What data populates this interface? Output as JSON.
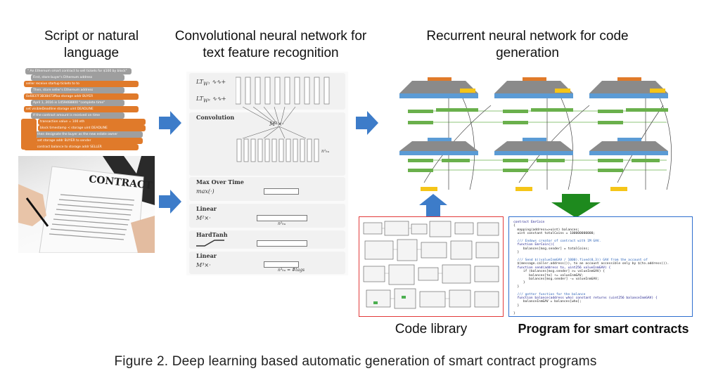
{
  "titles": {
    "script": "Script or natural\nlanguage",
    "cnn": "Convolutional neural network for\ntext feature recognition",
    "rnn": "Recurrent neural network for code\ngeneration"
  },
  "labels": {
    "code_library": "Code library",
    "program": "Program for smart contracts",
    "contract_doc": "CONTRACT"
  },
  "caption": "Figure 2. Deep learning based automatic generation of smart contract programs",
  "cnn_layers": {
    "lookup_a": "LT",
    "lookup_sub_a": "W¹",
    "lookup_b": "LT",
    "lookup_sub_b": "Wᴷ",
    "convolution": "Convolution",
    "m1": "M¹×·",
    "max_over_time": "Max Over Time",
    "max": "max(·)",
    "linear_1": "Linear",
    "m2": "M²×·",
    "hardtanh": "HardTanh",
    "linear_2": "Linear",
    "m3": "M³×·",
    "nhu": "n¹ₕᵤ",
    "nhu2": "n²ₕᵤ",
    "ntags": "n³ₕᵤ = #tags"
  },
  "blockly": [
    {
      "text": "\" An Ethereum smart contract to sell tickets for $100 by block\"",
      "color": "#9e9e9e",
      "indent": 6,
      "width": 148
    },
    {
      "text": "First, store buyer's Ethereum address",
      "color": "#9e9e9e",
      "indent": 14,
      "width": 130
    },
    {
      "text": "seller  receive  startup  tickets   to   to",
      "color": "#e07a2a",
      "indent": 4,
      "width": 160
    },
    {
      "text": "Then, store seller's Ethereum address",
      "color": "#9e9e9e",
      "indent": 14,
      "width": 130
    },
    {
      "text": "0x6837F3B38473ffaa   storage  addr  BUYER",
      "color": "#e07a2a",
      "indent": 4,
      "width": 160
    },
    {
      "text": "April 1, 2016 is 1459468800   \"complete time\"",
      "color": "#9e9e9e",
      "indent": 14,
      "width": 130
    },
    {
      "text": "set  visibleDeadline  storage  uint  DEADLINE",
      "color": "#e07a2a",
      "indent": 4,
      "width": 160
    },
    {
      "text": "If the contract amount is received on time",
      "color": "#9e9e9e",
      "indent": 14,
      "width": 130
    },
    {
      "text": "transaction  value  =  100  eth",
      "color": "#e07a2a",
      "indent": 24,
      "width": 150
    },
    {
      "text": "block  timestamp  <  storage  uint  DEADLINE",
      "color": "#e07a2a",
      "indent": 24,
      "width": 150
    },
    {
      "text": "then designate the buyer as the new estate owner",
      "color": "#9e9e9e",
      "indent": 20,
      "width": 150
    },
    {
      "text": "set  storage  addr  BUYER  to  sender",
      "color": "#e07a2a",
      "indent": 20,
      "width": 150
    },
    {
      "text": "Spend  contract balance  to  storage  addr  SELLER",
      "color": "#e07a2a",
      "indent": 4,
      "width": 160
    }
  ],
  "code": [
    "contract EmrCoin",
    "{",
    "  mapping(address=>uint) balances;",
    "  uint constant totalCoins = 100000000000;",
    "",
    "  /// Endows creator of contract with 1M GAV.",
    "  function EmrCoin(){",
    "     balances[msg.sender] = totalCoins;",
    "  }",
    "",
    "  /// Send $((valueInmGAV / 1000).fixed(0,3)) GAV from the account of",
    "  $(message.caller.address()), to an account accessible only by $(to.address()).",
    "  function send(address to, uint256 valueInmGAV) {",
    "     if (balances[msg.sender] >= valueInmGAV) {",
    "        balances[to] += valueInmGAV;",
    "        balances[msg.sender] -= valueInmGAV;",
    "     }",
    "  }",
    "",
    "  /// getter function for the balance",
    "  function balance(address who) constant returns (uint256 balanceInmGAV) {",
    "     balanceInmGAV = balances[who];",
    "  }",
    "",
    "}"
  ],
  "colors": {
    "orange": "#e07a2a",
    "yellow": "#f5c518",
    "blue_arrow": "#3d7cc9",
    "green_bar": "#6ab04c",
    "dark_green_arrow": "#1e8a1e",
    "red_border": "#e23a3a",
    "blue_border": "#2f6fcf",
    "rnn_blue": "#5b9bd5",
    "rnn_gray": "#8a8a8a"
  }
}
